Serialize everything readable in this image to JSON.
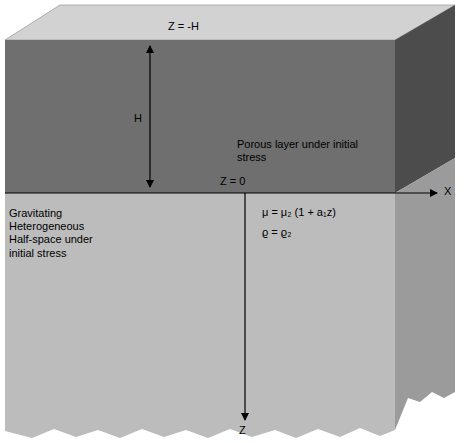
{
  "diagram": {
    "nodes": [
      {
        "text": [
          "Porous layer under initial stress"
        ]
      },
      {
        "text": [
          "Gravitating Heterogeneous Half-space under initial stress"
        ]
      }
    ],
    "labels": [
      "Z = -H",
      "H",
      "Z = 0",
      "X",
      "μ = μ₂ (1 + a₁z)",
      "ϱ = ϱ₂",
      "Z"
    ]
  }
}
